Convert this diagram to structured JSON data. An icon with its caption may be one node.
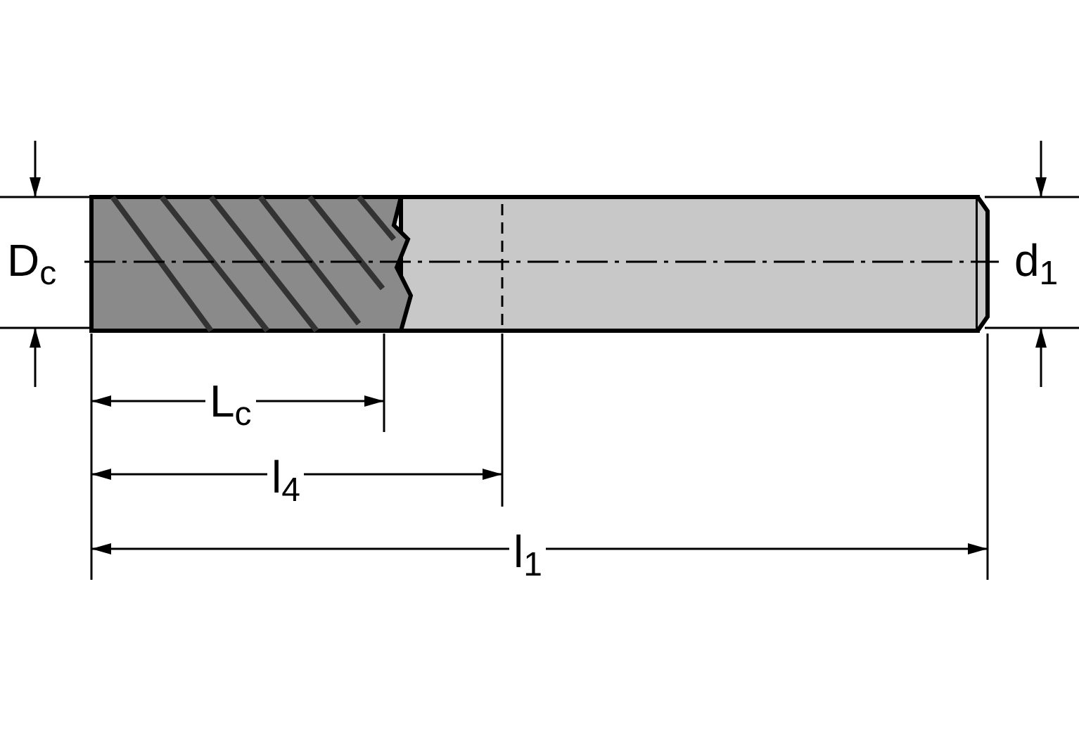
{
  "diagram": {
    "labels": [
      "D$_{c}$",
      "d$_{1}$",
      "L$_{c}$",
      "l$_{4}$",
      "l$_{1}$"
    ]
  }
}
